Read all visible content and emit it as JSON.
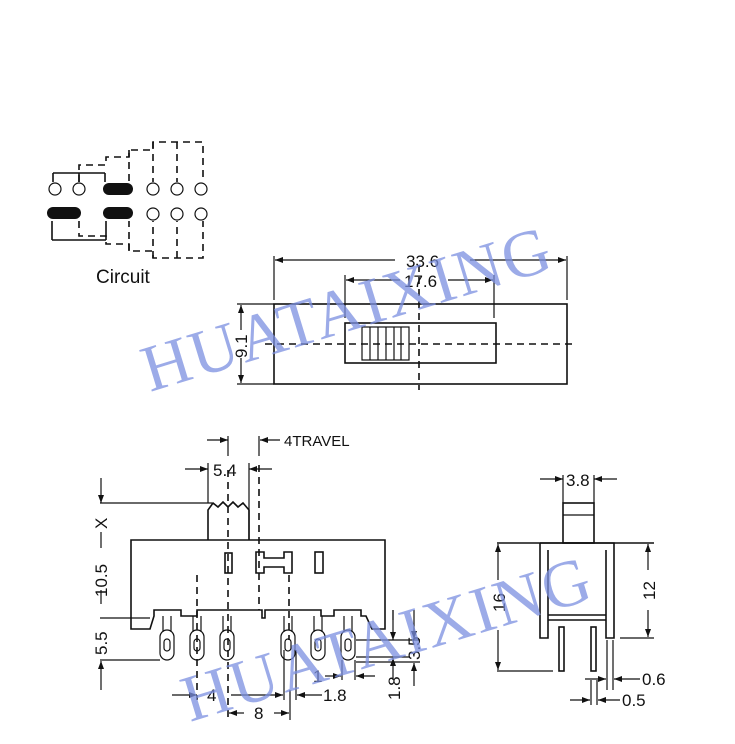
{
  "circuit": {
    "label": "Circuit"
  },
  "top_view": {
    "overall_length": "33.6",
    "slot_length": "17.6",
    "width": "9.1"
  },
  "side_view": {
    "travel": "4TRAVEL",
    "actuator_width": "5.4",
    "actuator_height": "X",
    "body_height": "10.5",
    "terminal_length": "5.5",
    "pitch_small": "4",
    "pitch_large": "8",
    "terminal_width": "1.8",
    "hole_width": "1",
    "terminal_hole_length": "3.5",
    "hole_offset": "1.8"
  },
  "end_view": {
    "actuator_width": "3.8",
    "overall_height": "16",
    "body_height": "12",
    "wall_thickness": "0.6",
    "pin_thickness": "0.5"
  },
  "watermark": {
    "text": "HUATAIXING",
    "color": "#7b8fe0"
  }
}
